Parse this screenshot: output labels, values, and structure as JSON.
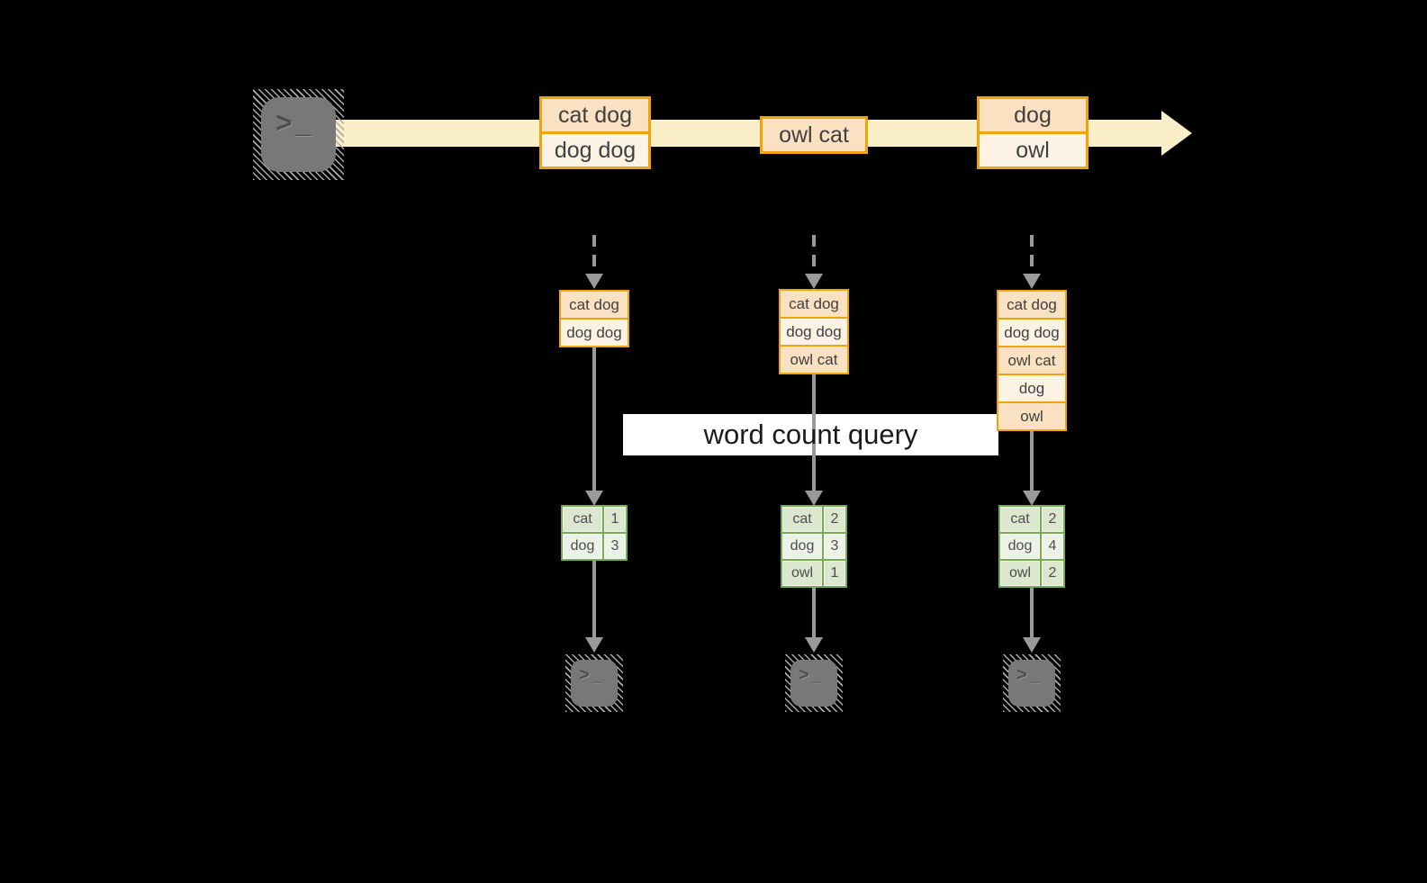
{
  "colors": {
    "background": "#000000",
    "amber": "#F0A30A",
    "peach_dark": "#FAE1C1",
    "peach_light": "#FDF3E5",
    "band": "#FBEFC9",
    "green": "#76AC52",
    "green_dark": "#DBE7CF",
    "green_light": "#EDF2E8",
    "gray_arrow": "#9A9A9A",
    "terminal_body": "#787878",
    "terminal_glyph": "#4E4E4E",
    "text_dark": "#404040",
    "query_text": "#1B1B1B"
  },
  "query_label": "word count query",
  "terminal": {
    "chevron": ">",
    "underscore": "_"
  },
  "events": [
    {
      "lines": [
        "cat dog",
        "dog dog"
      ]
    },
    {
      "lines": [
        "owl cat"
      ]
    },
    {
      "lines": [
        "dog",
        "owl"
      ]
    }
  ],
  "states": [
    {
      "lines": [
        "cat dog",
        "dog dog"
      ]
    },
    {
      "lines": [
        "cat dog",
        "dog dog",
        "owl cat"
      ]
    },
    {
      "lines": [
        "cat dog",
        "dog dog",
        "owl cat",
        "dog",
        "owl"
      ]
    }
  ],
  "counts": [
    {
      "rows": [
        {
          "word": "cat",
          "count": "1"
        },
        {
          "word": "dog",
          "count": "3"
        }
      ]
    },
    {
      "rows": [
        {
          "word": "cat",
          "count": "2"
        },
        {
          "word": "dog",
          "count": "3"
        },
        {
          "word": "owl",
          "count": "1"
        }
      ]
    },
    {
      "rows": [
        {
          "word": "cat",
          "count": "2"
        },
        {
          "word": "dog",
          "count": "4"
        },
        {
          "word": "owl",
          "count": "2"
        }
      ]
    }
  ]
}
